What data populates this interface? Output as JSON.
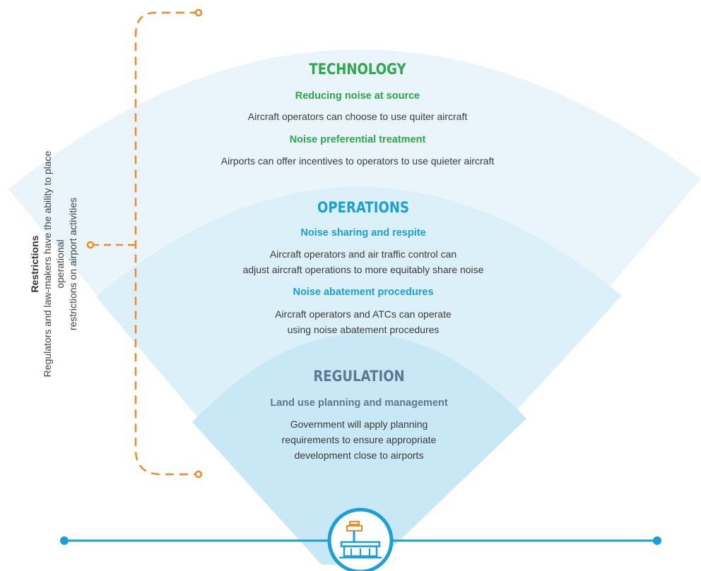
{
  "colors": {
    "outer_band": "#e9f5fb",
    "middle_band": "#dbeff8",
    "inner_band": "#c9e8f5",
    "technology_accent": "#2ea84a",
    "operations_accent": "#1a9fd8",
    "regulation_accent": "#5a7a92",
    "bracket_orange": "#f08a24",
    "ground_line_blue": "#1a9fd8"
  },
  "technology": {
    "title": "TECHNOLOGY",
    "items": [
      {
        "heading": "Reducing noise at source",
        "text": "Aircraft operators can choose to use quiter aircraft"
      },
      {
        "heading": "Noise preferential treatment",
        "text": "Airports can offer incentives to operators to use quieter aircraft"
      }
    ]
  },
  "operations": {
    "title": "OPERATIONS",
    "items": [
      {
        "heading": "Noise sharing and respite",
        "line1": "Aircraft operators and air traffic control can",
        "line2": "adjust aircraft operations to more equitably share noise"
      },
      {
        "heading": "Noise abatement procedures",
        "line1": "Aircraft operators and ATCs can operate",
        "line2": "using noise abatement procedures"
      }
    ]
  },
  "regulation": {
    "title": "REGULATION",
    "items": [
      {
        "heading": "Land use planning and management",
        "line1": "Government will apply planning",
        "line2": "requirements to ensure appropriate",
        "line3": "development close to airports"
      }
    ]
  },
  "restrictions": {
    "title": "Restrictions",
    "line1": "Regulators and law-makers have the ability to place operational",
    "line2": "restrictions on airport activities"
  },
  "icons": {
    "airport": "airport-control-tower-icon"
  }
}
